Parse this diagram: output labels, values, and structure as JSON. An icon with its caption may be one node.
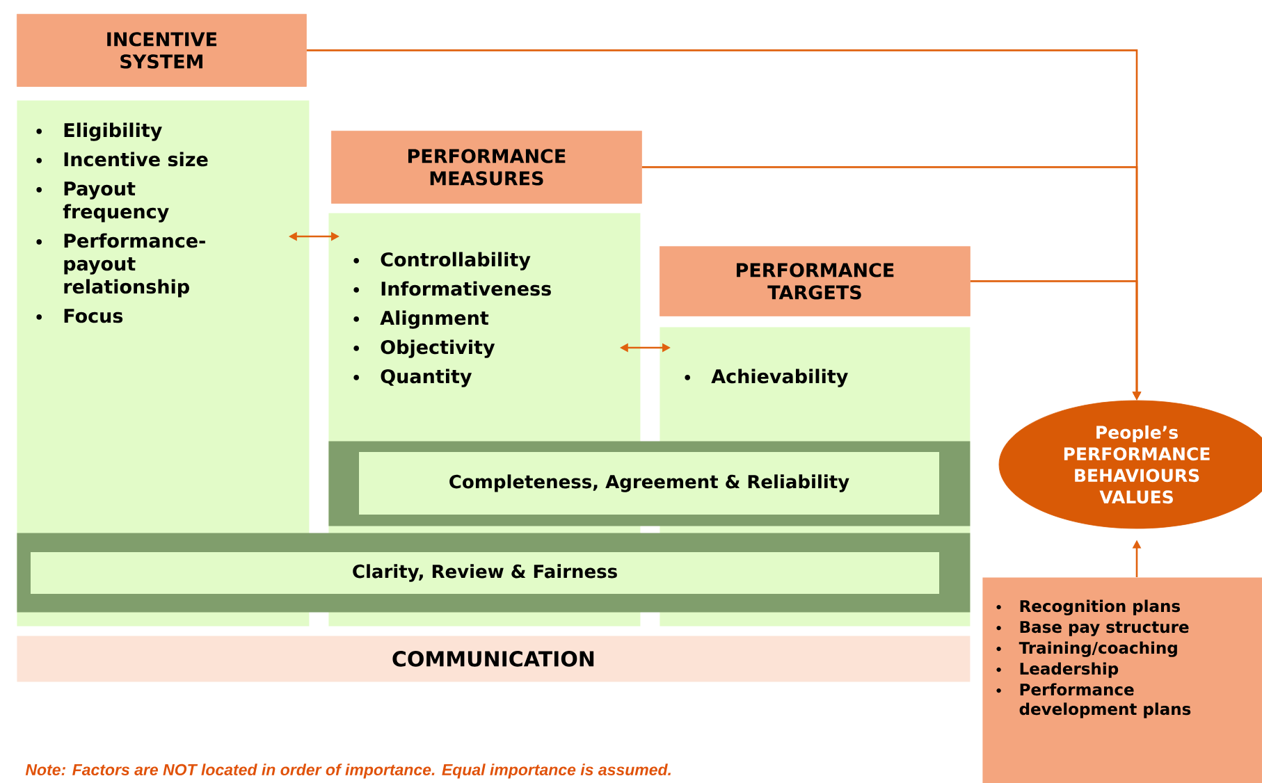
{
  "diagram": {
    "nodes": [
      {
        "text": [
          "INCENTIVE SYSTEM"
        ]
      },
      {
        "text": [
          "Eligibility",
          "Incentive size",
          "Payout frequency",
          "Performance-payout relationship",
          "Focus"
        ]
      },
      {
        "text": [
          "PERFORMANCE MEASURES"
        ]
      },
      {
        "text": [
          "Controllability",
          "Informativeness",
          "Alignment",
          "Objectivity",
          "Quantity"
        ]
      },
      {
        "text": [
          "PERFORMANCE TARGETS"
        ]
      },
      {
        "text": [
          "Achievability"
        ]
      },
      {
        "text": [
          "Completeness, Agreement & Reliability"
        ]
      },
      {
        "text": [
          "Clarity, Review & Fairness"
        ]
      },
      {
        "text": [
          "COMMUNICATION"
        ]
      },
      {
        "text": [
          "People’s PERFORMANCE BEHAVIOURS VALUES"
        ]
      },
      {
        "text": [
          "Recognition plans",
          "Base pay structure",
          "Training/coaching",
          "Leadership",
          "Performance development plans"
        ]
      }
    ],
    "edges": [
      {
        "from": 0,
        "to": 9,
        "arrow": "to"
      },
      {
        "from": 2,
        "to": 9,
        "arrow": "to"
      },
      {
        "from": 4,
        "to": 9,
        "arrow": "to"
      },
      {
        "from": 10,
        "to": 9,
        "arrow": "to"
      },
      {
        "from": 1,
        "to": 3,
        "arrow": "both"
      },
      {
        "from": 3,
        "to": 5,
        "arrow": "both"
      }
    ],
    "labels": [
      "Note: Factors are NOT located in order of importance. Equal importance is assumed."
    ]
  }
}
